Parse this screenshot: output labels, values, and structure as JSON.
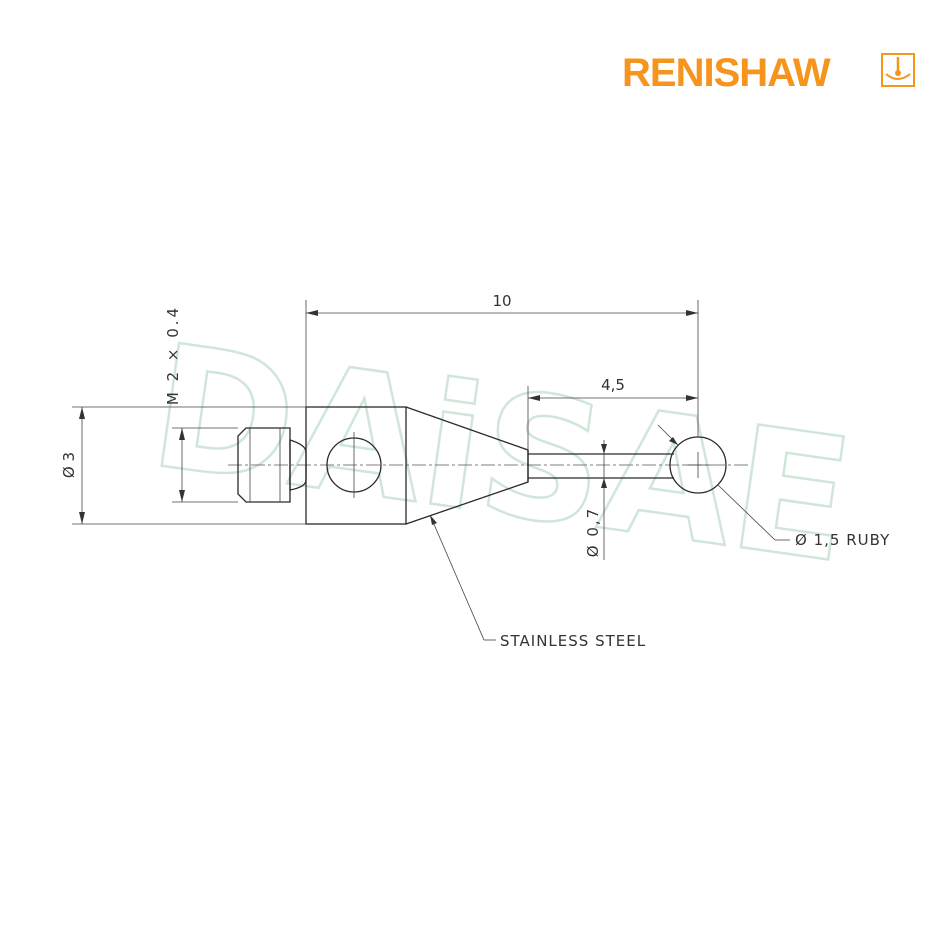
{
  "brand": {
    "name": "RENISHAW",
    "color": "#f7941d"
  },
  "watermark": {
    "text": "DAiSAE",
    "color": "#cfe6d9"
  },
  "dimensions": {
    "overall_length": "10",
    "stem_length": "4,5",
    "thread": "M 2 × 0.4",
    "body_diameter": "Ø 3",
    "stem_diameter": "Ø 0,7",
    "ball": "Ø 1,5 RUBY"
  },
  "material": {
    "label": "STAINLESS STEEL"
  }
}
